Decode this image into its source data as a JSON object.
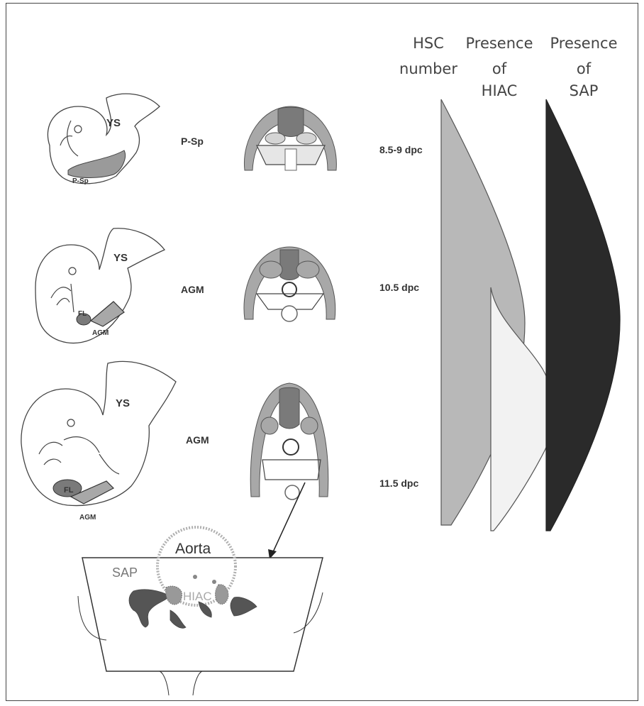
{
  "headers": {
    "hsc": [
      "HSC",
      "number"
    ],
    "hiac": [
      "Presence",
      "of",
      "HIAC"
    ],
    "sap": [
      "Presence",
      "of",
      "SAP"
    ]
  },
  "rows": [
    {
      "embryo_ys": "YS",
      "embryo_region": "P-Sp",
      "region_label": "P-Sp",
      "stage": "8.5-9 dpc"
    },
    {
      "embryo_ys": "YS",
      "embryo_fl": "FL",
      "embryo_region": "AGM",
      "region_label": "AGM",
      "stage": "10.5 dpc"
    },
    {
      "embryo_ys": "YS",
      "embryo_fl": "FL",
      "embryo_region": "AGM",
      "region_label": "AGM",
      "stage": "11.5 dpc"
    }
  ],
  "detail": {
    "aorta": "Aorta",
    "sap": "SAP",
    "hiac": "HIAC"
  },
  "colors": {
    "hsc_fill": "#b8b8b8",
    "hiac_fill": "#f2f2f2",
    "sap_fill": "#2a2a2a",
    "tissue_dark": "#7a7a7a",
    "tissue_mid": "#a8a8a8",
    "tissue_light": "#d4d4d4"
  }
}
